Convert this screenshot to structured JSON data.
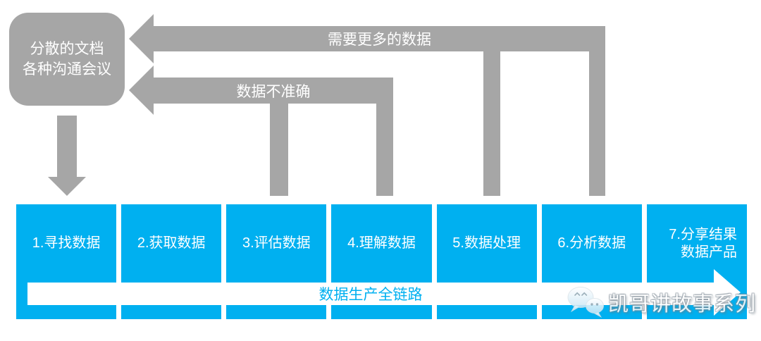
{
  "colors": {
    "shape_gray": "#a6a6a6",
    "stage_blue": "#00b0f0",
    "banner_white": "#ffffff"
  },
  "source_box": {
    "line1": "分散的文档",
    "line2": "各种沟通会议"
  },
  "feedback_arrows": [
    {
      "label": "需要更多的数据",
      "from_stages": "5,6"
    },
    {
      "label": "数据不准确",
      "from_stages": "3,4"
    }
  ],
  "stages": [
    {
      "label": "1.寻找数据"
    },
    {
      "label": "2.获取数据"
    },
    {
      "label": "3.评估数据"
    },
    {
      "label": "4.理解数据"
    },
    {
      "label": "5.数据处理"
    },
    {
      "label": "6.分析数据"
    },
    {
      "label": "7.分享结果",
      "label2": "数据产品"
    }
  ],
  "banner": {
    "label": "数据生产全链路"
  },
  "watermark": {
    "icon": "wechat-icon",
    "text": "凯哥讲故事系列"
  }
}
